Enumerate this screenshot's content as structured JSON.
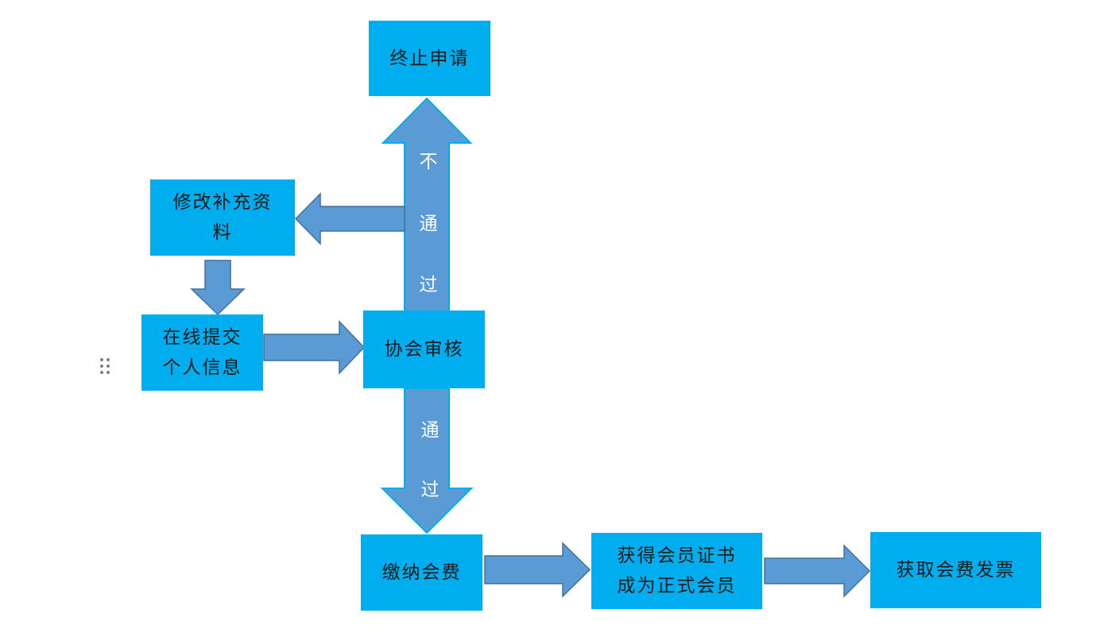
{
  "colors": {
    "box_fill": "#00AEEF",
    "arrow_fill": "#5B9BD5",
    "arrow_stroke": "#41719C",
    "arrow_stroke_cyan": "#00AEEF",
    "arrow_text": "#FFFFFF",
    "box_text": "#1A1A1A"
  },
  "nodes": {
    "terminate": "终止申请",
    "revise_line1": "修改补充资",
    "revise_line2": "料",
    "submit_line1": "在线提交",
    "submit_line2": "个人信息",
    "review": "协会审核",
    "pay": "缴纳会费",
    "certificate_line1": "获得会员证书",
    "certificate_line2": "成为正式会员",
    "invoice": "获取会费发票"
  },
  "edges": {
    "reject_1": "不",
    "reject_2": "通",
    "reject_3": "过",
    "approve_1": "通",
    "approve_2": "过"
  },
  "icons": {
    "drag_handle": "drag-handle-icon"
  }
}
